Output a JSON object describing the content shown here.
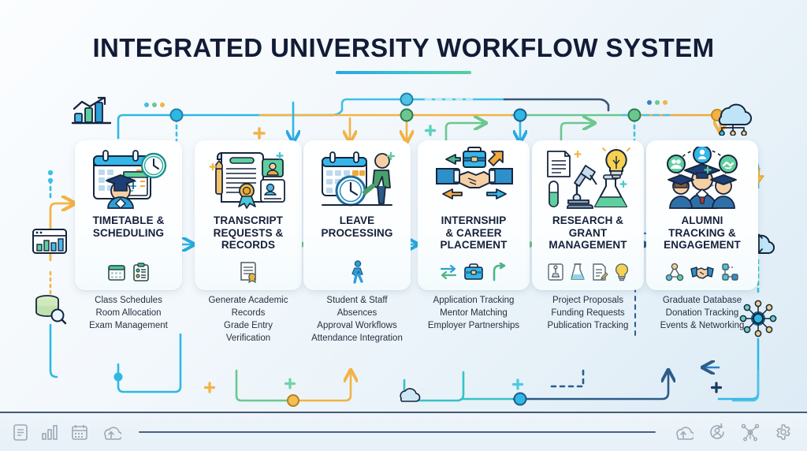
{
  "header": {
    "title": "INTEGRATED UNIVERSITY WORKFLOW SYSTEM"
  },
  "theme": {
    "accent_blue": "#29a9e1",
    "accent_teal": "#35c2c8",
    "accent_green": "#5cc98d",
    "accent_amber": "#f2b344",
    "accent_navy": "#1b3b63",
    "title_color": "#121c36",
    "card_bg": "#ffffff",
    "page_bg": "#eaf2f9"
  },
  "workflow": {
    "steps": [
      {
        "index": 1,
        "title": "TIMETABLE & SCHEDULING",
        "title_lines": [
          "TIMETABLE &",
          "SCHEDULING"
        ],
        "art_icon": "calendar-clock-graduate-icon",
        "mini_icons": [
          "calendar-icon",
          "clipboard-icon"
        ],
        "items": [
          "Class Schedules",
          "Room Allocation",
          "Exam Management"
        ]
      },
      {
        "index": 2,
        "title": "TRANSCRIPT REQUESTS & RECORDS",
        "title_lines": [
          "TRANSCRIPT",
          "REQUESTS &",
          "RECORDS"
        ],
        "art_icon": "document-certificate-idcard-icon",
        "mini_icons": [
          "certificate-document-icon"
        ],
        "items": [
          "Generate Academic",
          "Records",
          "Grade Entry",
          "Verification"
        ]
      },
      {
        "index": 3,
        "title": "LEAVE PROCESSING",
        "title_lines": [
          "LEAVE",
          "PROCESSING"
        ],
        "art_icon": "calendar-clock-person-icon",
        "mini_icons": [
          "walking-person-icon"
        ],
        "items": [
          "Student & Staff",
          "Absences",
          "Approval Workflows",
          "Attendance Integration"
        ]
      },
      {
        "index": 4,
        "title": "INTERNSHIP & CAREER PLACEMENT",
        "title_lines": [
          "INTERNSHIP",
          "& CAREER",
          "PLACEMENT"
        ],
        "art_icon": "handshake-briefcase-arrows-icon",
        "mini_icons": [
          "exchange-arrows-icon",
          "briefcase-icon",
          "curved-arrow-icon"
        ],
        "items": [
          "Application Tracking",
          "Mentor Matching",
          "Employer Partnerships"
        ]
      },
      {
        "index": 5,
        "title": "RESEARCH & GRANT MANAGEMENT",
        "title_lines": [
          "RESEARCH &",
          "GRANT",
          "MANAGEMENT"
        ],
        "art_icon": "microscope-flask-bulb-icon",
        "mini_icons": [
          "microscope-icon",
          "flask-icon",
          "document-pen-icon",
          "lightbulb-icon"
        ],
        "items": [
          "Project Proposals",
          "Funding Requests",
          "Publication Tracking"
        ]
      },
      {
        "index": 6,
        "title": "ALUMNI TRACKING & ENGAGEMENT",
        "title_lines": [
          "ALUMNI",
          "TRACKING &",
          "ENGAGEMENT"
        ],
        "art_icon": "graduates-network-icon",
        "mini_icons": [
          "network-nodes-icon",
          "handshake-icon",
          "node-link-icon"
        ],
        "items": [
          "Graduate Database",
          "Donation Tracking",
          "Events & Networking"
        ]
      }
    ]
  },
  "decorations": {
    "top_left_icon": "growth-bar-chart-icon",
    "top_right_icon": "cloud-network-icon",
    "left_icons": [
      "dashboard-analytics-icon",
      "database-search-icon"
    ],
    "right_icons": [
      "lightning-bolt-icon",
      "cloud-sync-icon",
      "network-hub-icon"
    ],
    "bottom_cloud_icon": "cloud-icon",
    "sparkles": [
      "plus-sparkle-amber",
      "plus-sparkle-teal",
      "plus-sparkle-navy"
    ]
  },
  "bottom_bar": {
    "left_icons": [
      "document-icon",
      "bar-chart-icon",
      "calendar-icon",
      "cloud-upload-icon"
    ],
    "right_icons": [
      "cloud-upload-icon",
      "user-sync-icon",
      "share-network-icon",
      "gear-icon"
    ]
  }
}
